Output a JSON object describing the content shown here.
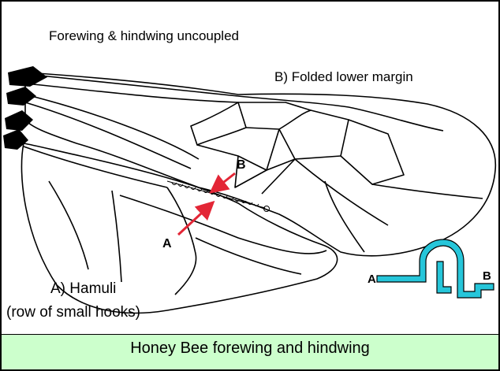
{
  "top_title": "Forewing & hindwing uncoupled",
  "labels": {
    "folded_margin": "B) Folded lower margin",
    "hamuli_line1": "A) Hamuli",
    "hamuli_line2": "(row of small hooks)",
    "pointer_a": "A",
    "pointer_b": "B",
    "inset_a": "A",
    "inset_b": "B"
  },
  "caption": "Honey Bee forewing and hindwing",
  "colors": {
    "arrow": "#e32636",
    "inset_hook": "#26c6da",
    "caption_band": "#ccffcc"
  },
  "icons": {
    "inset": "hamuli-coupling-icon"
  }
}
